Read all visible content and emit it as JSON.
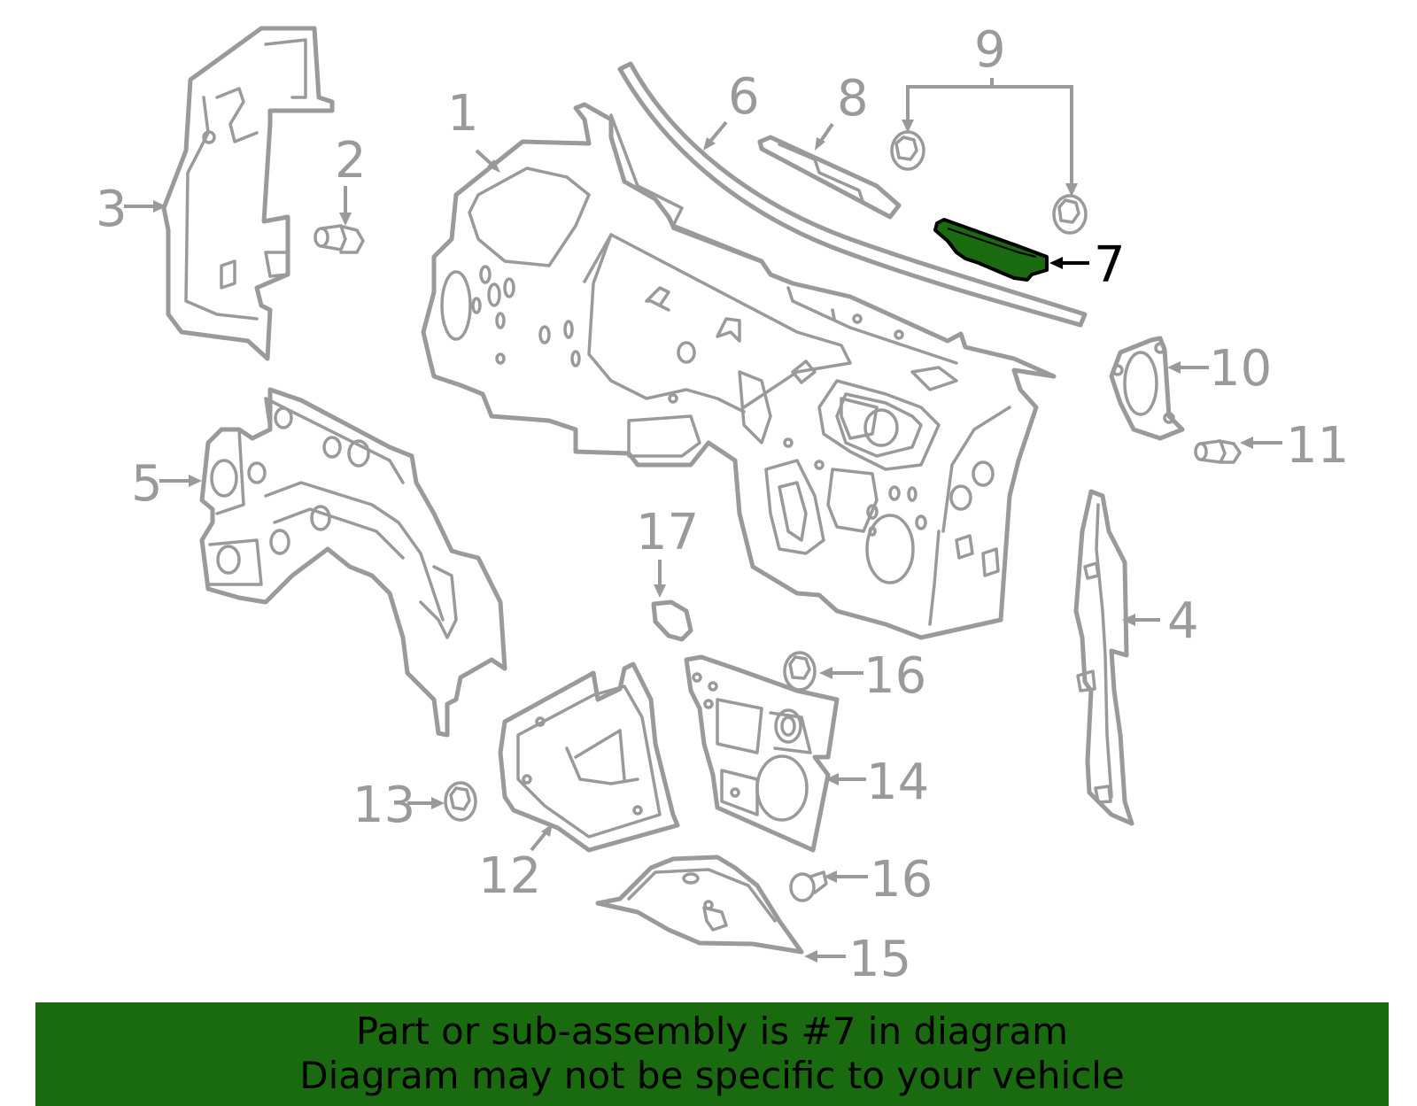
{
  "callouts": {
    "c1": "1",
    "c2": "2",
    "c3": "3",
    "c4": "4",
    "c5": "5",
    "c6": "6",
    "c7": "7",
    "c8": "8",
    "c9": "9",
    "c10": "10",
    "c11": "11",
    "c12": "12",
    "c13": "13",
    "c14": "14",
    "c15": "15",
    "c16a": "16",
    "c16b": "16",
    "c17": "17"
  },
  "highlighted_part": "7",
  "colors": {
    "highlight": "#1a6b10",
    "line": "#9a9a9a",
    "text": "#000000"
  },
  "banner": {
    "line1": "Part or sub-assembly is #7 in diagram",
    "line2": "Diagram may not be specific to your vehicle"
  }
}
